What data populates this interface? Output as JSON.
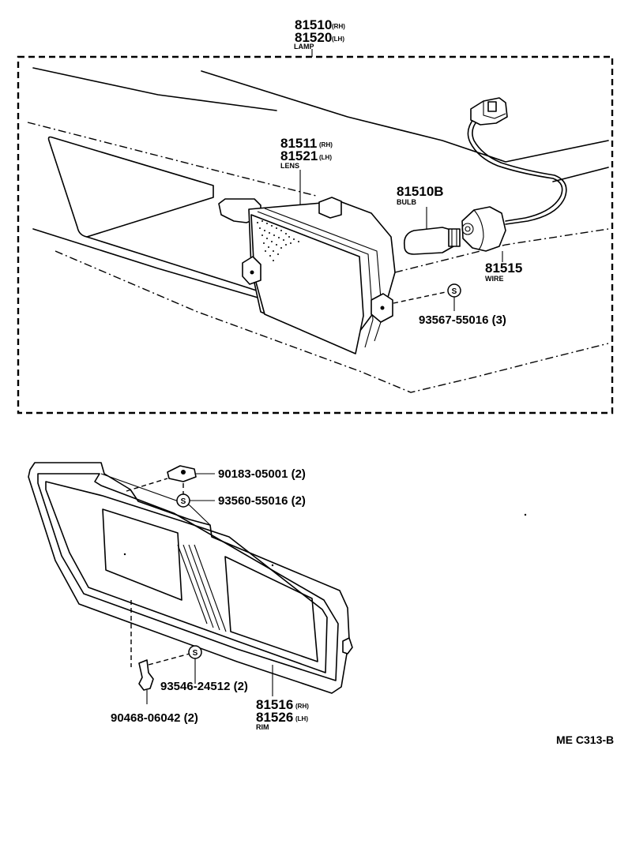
{
  "diagram_ref": "ME C313-B",
  "labels": {
    "lamp": {
      "pn_rh": "81510",
      "sfx_rh": "(RH)",
      "pn_lh": "81520",
      "sfx_lh": "(LH)",
      "name": "LAMP"
    },
    "lens": {
      "pn_rh": "81511",
      "sfx_rh": "(RH)",
      "pn_lh": "81521",
      "sfx_lh": "(LH)",
      "name": "LENS"
    },
    "bulb": {
      "pn": "81510B",
      "name": "BULB"
    },
    "wire": {
      "pn": "81515",
      "name": "WIRE"
    },
    "screw_lamp": {
      "text": "93567-55016 (3)",
      "symbol": "S"
    },
    "nut_top": {
      "text": "90183-05001 (2)"
    },
    "screw_top": {
      "text": "93560-55016 (2)",
      "symbol": "S"
    },
    "screw_bot": {
      "text": "93546-24512 (2)",
      "symbol": "S"
    },
    "clip_bot": {
      "text": "90468-06042 (2)"
    },
    "rim": {
      "pn_rh": "81516",
      "sfx_rh": "(RH)",
      "pn_lh": "81526",
      "sfx_lh": "(LH)",
      "name": "RIM"
    }
  }
}
